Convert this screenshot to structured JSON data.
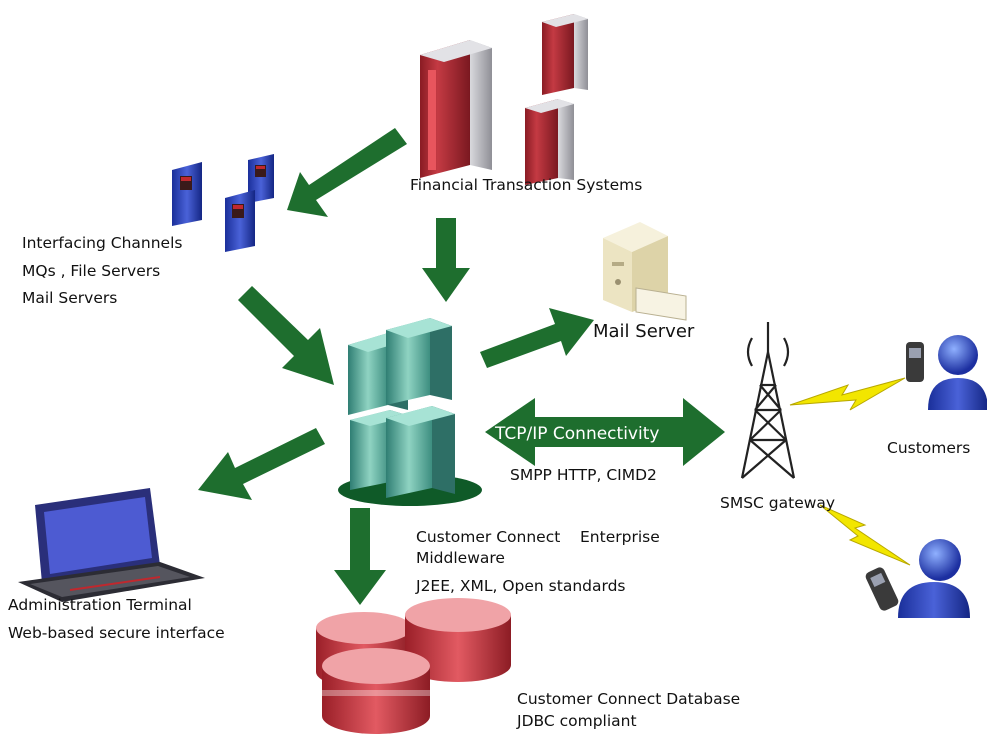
{
  "labels": {
    "financial": "Financial Transaction Systems",
    "interfacing_1": "Interfacing Channels",
    "interfacing_2": "MQs , File Servers",
    "interfacing_3": "Mail Servers",
    "mail_server": "Mail Server",
    "tcp": "TCP/IP Connectivity",
    "smpp": "SMPP HTTP, CIMD2",
    "smsc": "SMSC gateway",
    "customers": "Customers",
    "middleware_1": "Customer Connect    Enterprise",
    "middleware_2": "Middleware",
    "middleware_3": "J2EE, XML, Open standards",
    "admin_1": "Administration Terminal",
    "admin_2": "Web-based secure interface",
    "database_1": "Customer Connect Database",
    "database_2": "JDBC compliant"
  },
  "colors": {
    "arrow": "#1e6e2e",
    "server_red": "#b0303a",
    "middleware_teal": "#5fb3a2",
    "db_red": "#c8363e",
    "person_blue": "#2a3fb0",
    "lightning": "#f2e600"
  }
}
